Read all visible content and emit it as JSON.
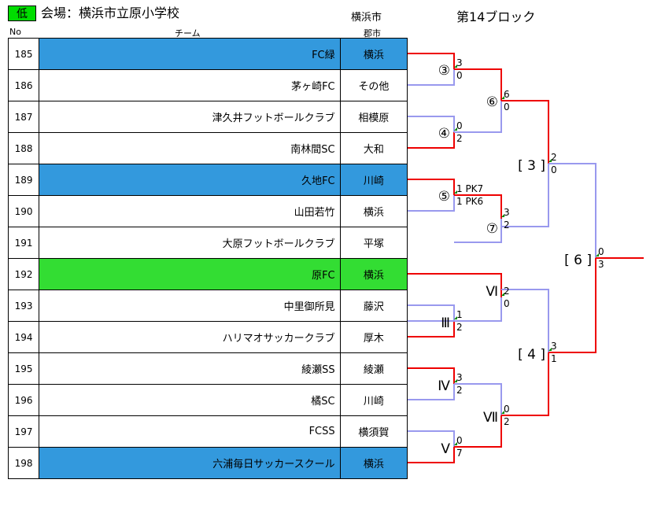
{
  "header": {
    "level_badge": "低",
    "venue": "会場：横浜市立原小学校",
    "venue_city": "横浜市",
    "block_title": "第14ブロック",
    "col_no": "No",
    "col_team": "チーム",
    "col_city": "郡市"
  },
  "teams": [
    {
      "no": "185",
      "name": "FC緑",
      "city": "横浜",
      "hl": "blue"
    },
    {
      "no": "186",
      "name": "茅ヶ崎FC",
      "city": "その他",
      "hl": ""
    },
    {
      "no": "187",
      "name": "津久井フットボールクラブ",
      "city": "相模原",
      "hl": ""
    },
    {
      "no": "188",
      "name": "南林間SC",
      "city": "大和",
      "hl": ""
    },
    {
      "no": "189",
      "name": "久地FC",
      "city": "川崎",
      "hl": "blue"
    },
    {
      "no": "190",
      "name": "山田若竹",
      "city": "横浜",
      "hl": ""
    },
    {
      "no": "191",
      "name": "大原フットボールクラブ",
      "city": "平塚",
      "hl": ""
    },
    {
      "no": "192",
      "name": "原FC",
      "city": "横浜",
      "hl": "green"
    },
    {
      "no": "193",
      "name": "中里御所見",
      "city": "藤沢",
      "hl": ""
    },
    {
      "no": "194",
      "name": "ハリマオサッカークラブ",
      "city": "厚木",
      "hl": ""
    },
    {
      "no": "195",
      "name": "綾瀬SS",
      "city": "綾瀬",
      "hl": ""
    },
    {
      "no": "196",
      "name": "橘SC",
      "city": "川崎",
      "hl": ""
    },
    {
      "no": "197",
      "name": "FCSS",
      "city": "横須賀",
      "hl": ""
    },
    {
      "no": "198",
      "name": "六浦毎日サッカースクール",
      "city": "横浜",
      "hl": "blue"
    }
  ],
  "colors": {
    "win": "#ee0000",
    "lose": "#9999ee",
    "blue": "#3399dd",
    "green": "#33dd33"
  },
  "matches": {
    "m3": {
      "label": "③",
      "s1": "3",
      "s2": "0"
    },
    "m4": {
      "label": "④",
      "s1": "0",
      "s2": "2"
    },
    "m5": {
      "label": "⑤",
      "s1": "1 PK7",
      "s2": "1 PK6"
    },
    "m6": {
      "label": "⑥",
      "s1": "6",
      "s2": "0"
    },
    "m7": {
      "label": "⑦",
      "s1": "3",
      "s2": "2"
    },
    "b3": {
      "label": "[ 3 ]",
      "s1": "2",
      "s2": "0"
    },
    "r6": {
      "label": "Ⅵ",
      "s1": "2",
      "s2": "0"
    },
    "r3": {
      "label": "Ⅲ",
      "s1": "1",
      "s2": "2"
    },
    "r4": {
      "label": "Ⅳ",
      "s1": "3",
      "s2": "2"
    },
    "r5": {
      "label": "Ⅴ",
      "s1": "0",
      "s2": "7"
    },
    "r7": {
      "label": "Ⅶ",
      "s1": "0",
      "s2": "2"
    },
    "b4": {
      "label": "[ 4 ]",
      "s1": "3",
      "s2": "1"
    },
    "final": {
      "label": "[ 6 ]",
      "s1": "0",
      "s2": "3"
    }
  }
}
